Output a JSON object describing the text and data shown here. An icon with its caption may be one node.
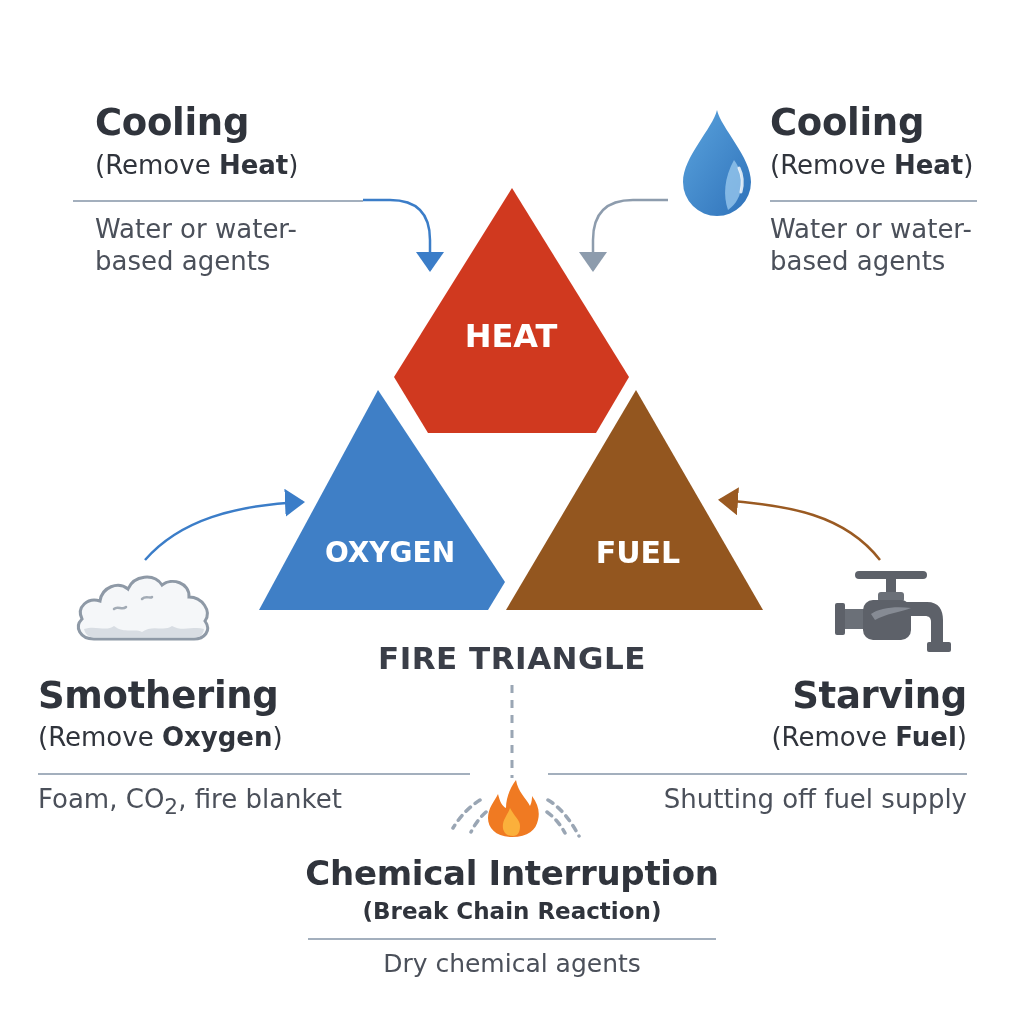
{
  "diagram": {
    "nodes": [
      {
        "text": [
          "Cooling",
          "(Remove **Heat**)",
          "Water or water-based agents"
        ]
      },
      {
        "text": [
          "Cooling",
          "(Remove **Heat**)",
          "Water or water-based agents"
        ]
      },
      {
        "text": [
          "HEAT"
        ]
      },
      {
        "text": [
          "OXYGEN"
        ]
      },
      {
        "text": [
          "FUEL"
        ]
      },
      {
        "text": [
          "Smothering",
          "(Remove **Oxygen**)",
          "Foam, CO$_{2}$, fire blanket"
        ]
      },
      {
        "text": [
          "Starving",
          "(Remove **Fuel**)",
          "Shutting off fuel supply"
        ]
      },
      {
        "text": [
          "FIRE TRIANGLE"
        ]
      },
      {
        "text": [
          "Chemical Interruption",
          "(Break Chain Reaction)",
          "Dry chemical agents"
        ]
      }
    ],
    "edges": [
      {
        "from": 0,
        "to": 2,
        "arrow": "to",
        "color": "#3b7dc8"
      },
      {
        "from": 1,
        "to": 2,
        "arrow": "to",
        "color": "#8d9cad"
      },
      {
        "from": 5,
        "to": 3,
        "arrow": "to",
        "color": "#3b7dc8"
      },
      {
        "from": 6,
        "to": 4,
        "arrow": "to",
        "color": "#9a5a22"
      },
      {
        "from": 7,
        "to": 8,
        "arrow": "none",
        "style": "dashed",
        "color": "#9aa6b4"
      }
    ]
  }
}
